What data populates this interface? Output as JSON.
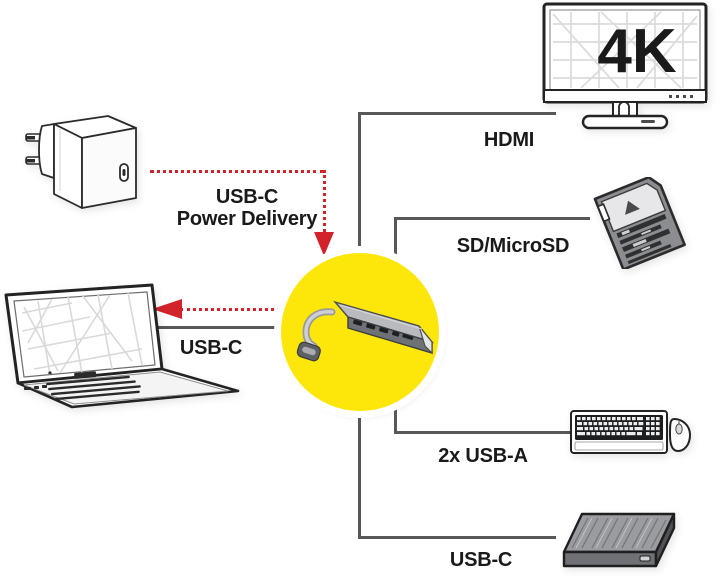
{
  "diagram": {
    "title": "USB-C docking station connectivity diagram",
    "hub": {
      "name": "usb-c-multiport-hub",
      "accent_color": "#fde70a"
    },
    "colors": {
      "line": "#58585a",
      "power_line": "#d2222a",
      "hub_yellow": "#fde70a",
      "text": "#1a1a1a"
    },
    "labels": {
      "power_delivery_line1": "USB-C",
      "power_delivery_line2": "Power Delivery",
      "host_usb_c": "USB-C",
      "hdmi": "HDMI",
      "card_reader": "SD/MicroSD",
      "usb_a": "2x USB-A",
      "storage_usb_c": "USB-C"
    },
    "devices": [
      {
        "name": "power-adapter",
        "label": "USB-C power supply",
        "caption": ""
      },
      {
        "name": "laptop",
        "label": "Notebook",
        "caption": ""
      },
      {
        "name": "monitor",
        "label": "4K monitor",
        "caption": "4K"
      },
      {
        "name": "sd-card",
        "label": "SD / MicroSD memory card",
        "caption": ""
      },
      {
        "name": "keyboard-mouse",
        "label": "Keyboard and mouse",
        "caption": ""
      },
      {
        "name": "external-drive",
        "label": "External hard drive",
        "caption": ""
      }
    ],
    "monitor_screen_text": "4K"
  }
}
